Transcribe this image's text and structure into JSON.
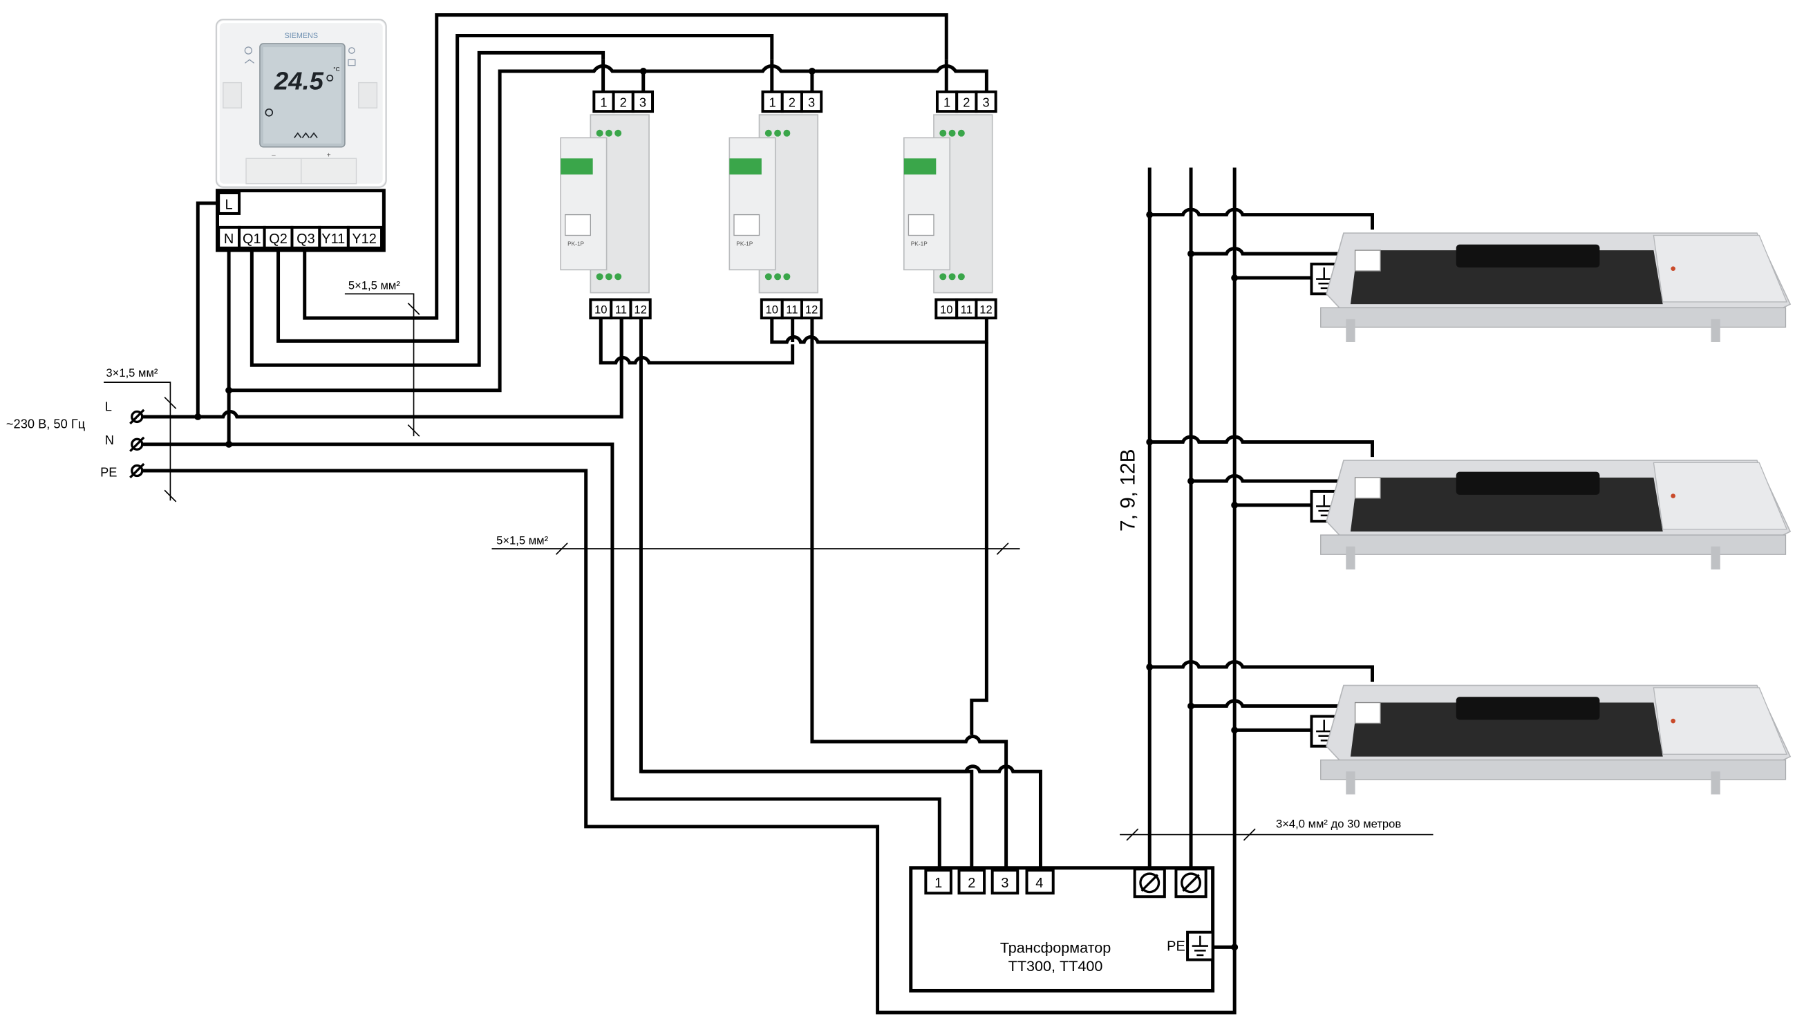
{
  "thermostat": {
    "brand": "SIEMENS",
    "display_value": "24.5",
    "display_unit": "°C",
    "minus_label": "–",
    "plus_label": "+",
    "terminal_top": "L",
    "terminals": [
      "N",
      "Q1",
      "Q2",
      "Q3",
      "Y11",
      "Y12"
    ]
  },
  "relays": {
    "model": "PK-1P",
    "top_terminals": [
      "1",
      "2",
      "3"
    ],
    "bottom_terminals": [
      "10",
      "11",
      "12"
    ]
  },
  "supply": {
    "voltage_label": "~230 В, 50 Гц",
    "line_labels": [
      "L",
      "N",
      "PE"
    ],
    "cable_label": "3×1,5 мм²"
  },
  "cables": {
    "thermostat_cable": "5×1,5 мм²",
    "relay_cable": "5×1,5 мм²",
    "low_voltage_cable": "3×4,0 мм² до 30 метров"
  },
  "transformer": {
    "title_line1": "Трансформатор",
    "title_line2": "ТТ300, ТТ400",
    "terminals": [
      "1",
      "2",
      "3",
      "4"
    ],
    "pe_label": "PE"
  },
  "convectors": {
    "voltage_label": "7, 9, 12В"
  },
  "colors": {
    "wire": "#000000",
    "relay_green": "#3aa64a",
    "relay_body": "#e4e5e6",
    "convector_grille": "#2a2a2a",
    "thermostat_screen": "#b9c3c9"
  }
}
